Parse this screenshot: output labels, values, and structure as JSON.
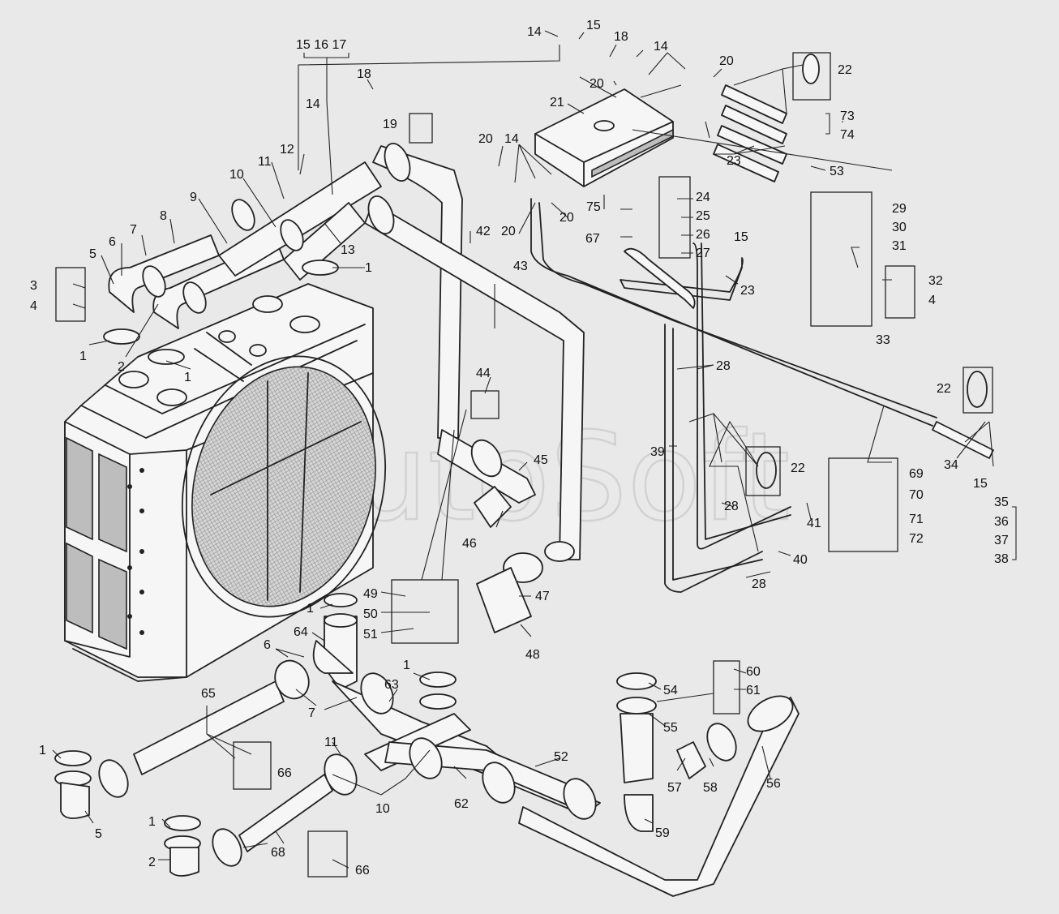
{
  "watermark": "AutoSoft",
  "labels": {
    "a1": "14",
    "a2": "15",
    "a3": "18",
    "a4": "15 16 17",
    "a5": "18",
    "a6": "14",
    "a7": "20",
    "a8": "14",
    "a9": "20",
    "a10": "22",
    "a11": "21",
    "a12": "19",
    "a13": "12",
    "a14": "11",
    "a15": "10",
    "a16": "9",
    "a17": "8",
    "a18": "7",
    "a19": "6",
    "a20": "5",
    "a21": "3",
    "a22": "4",
    "a23": "1",
    "a24": "2",
    "a25": "1",
    "a26": "13",
    "a27": "1",
    "a28": "42",
    "a29": "43",
    "a30": "20",
    "a31": "14",
    "a32": "20",
    "a33": "20",
    "a34": "75",
    "a35": "67",
    "a36": "24",
    "a37": "25",
    "a38": "26",
    "a39": "27",
    "a40": "73",
    "a41": "74",
    "a42": "23",
    "a43": "53",
    "a44": "29",
    "a45": "30",
    "a46": "31",
    "a47": "32",
    "a48": "4",
    "a49": "33",
    "a50": "15",
    "a51": "23",
    "a52": "28",
    "a53": "22",
    "a54": "34",
    "a55": "15",
    "a56": "35",
    "a57": "36",
    "a58": "37",
    "a59": "38",
    "a60": "44",
    "a61": "45",
    "a62": "46",
    "a63": "39",
    "a64": "22",
    "a65": "28",
    "a66": "69",
    "a67": "70",
    "a68": "71",
    "a69": "72",
    "a70": "41",
    "a71": "40",
    "a72": "28",
    "a73": "49",
    "a74": "50",
    "a75": "51",
    "a76": "47",
    "a77": "48",
    "a78": "1",
    "a79": "64",
    "a80": "6",
    "a81": "7",
    "a82": "65",
    "a83": "63",
    "a84": "1",
    "a85": "1",
    "a86": "66",
    "a87": "5",
    "a88": "11",
    "a89": "10",
    "a90": "52",
    "a91": "62",
    "a92": "54",
    "a93": "55",
    "a94": "60",
    "a95": "61",
    "a96": "57",
    "a97": "58",
    "a98": "56",
    "a99": "59",
    "a100": "1",
    "a101": "2",
    "a102": "68",
    "a103": "66"
  }
}
